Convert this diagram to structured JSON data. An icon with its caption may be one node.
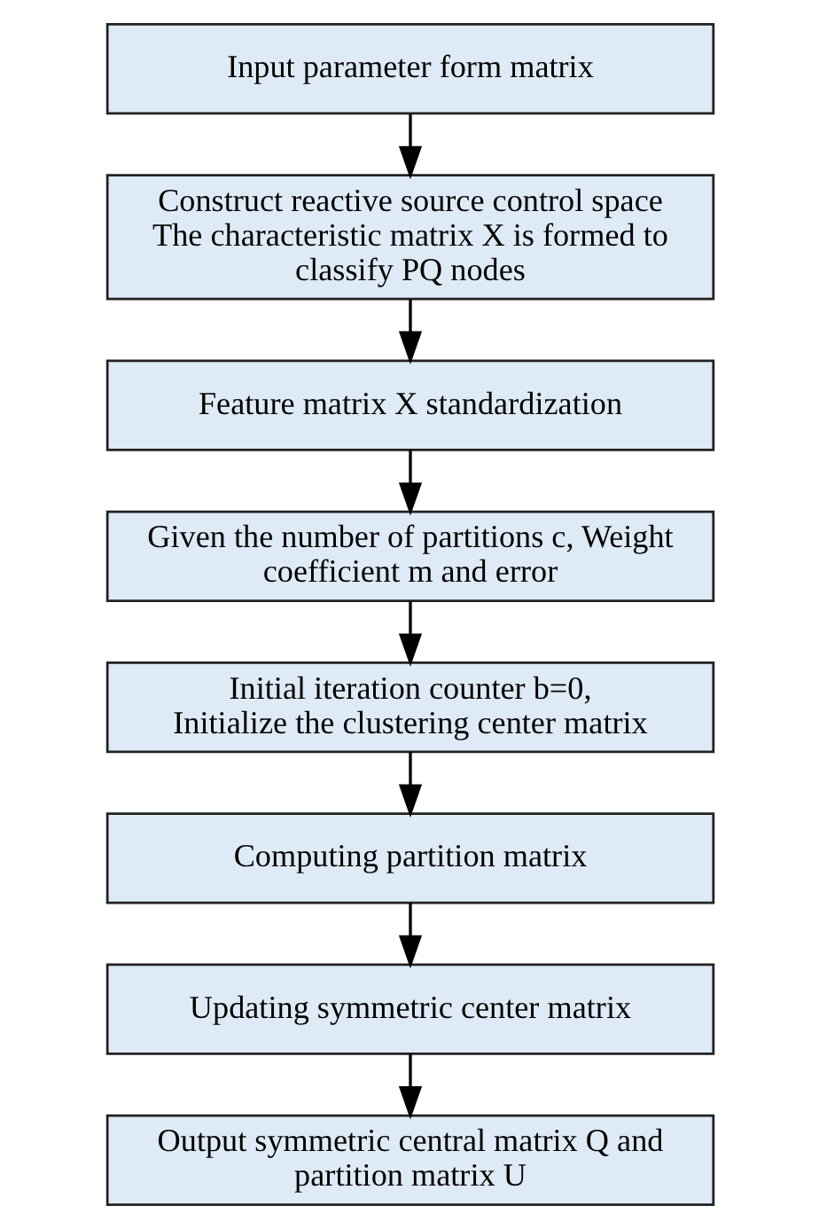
{
  "diagram": {
    "nodes": [
      {
        "text": [
          "Input parameter form matrix"
        ]
      },
      {
        "text": [
          "Construct reactive source control space",
          "The characteristic matrix X is formed to classify PQ nodes"
        ]
      },
      {
        "text": [
          "Feature matrix X standardization"
        ]
      },
      {
        "text": [
          "Given the number of partitions c, Weight coefficient m and error"
        ]
      },
      {
        "text": [
          "Initial iteration counter b=0, Initialize the clustering center matrix"
        ]
      },
      {
        "text": [
          "Computing partition matrix"
        ]
      },
      {
        "text": [
          "Updating symmetric center matrix"
        ]
      },
      {
        "text": [
          "Output symmetric central matrix Q and partition matrix U"
        ]
      }
    ],
    "edges": [
      {
        "from": 0,
        "to": 1,
        "arrow": "to"
      },
      {
        "from": 1,
        "to": 2,
        "arrow": "to"
      },
      {
        "from": 2,
        "to": 3,
        "arrow": "to"
      },
      {
        "from": 3,
        "to": 4,
        "arrow": "to"
      },
      {
        "from": 4,
        "to": 5,
        "arrow": "to"
      },
      {
        "from": 5,
        "to": 6,
        "arrow": "to"
      },
      {
        "from": 6,
        "to": 7,
        "arrow": "to"
      }
    ]
  }
}
